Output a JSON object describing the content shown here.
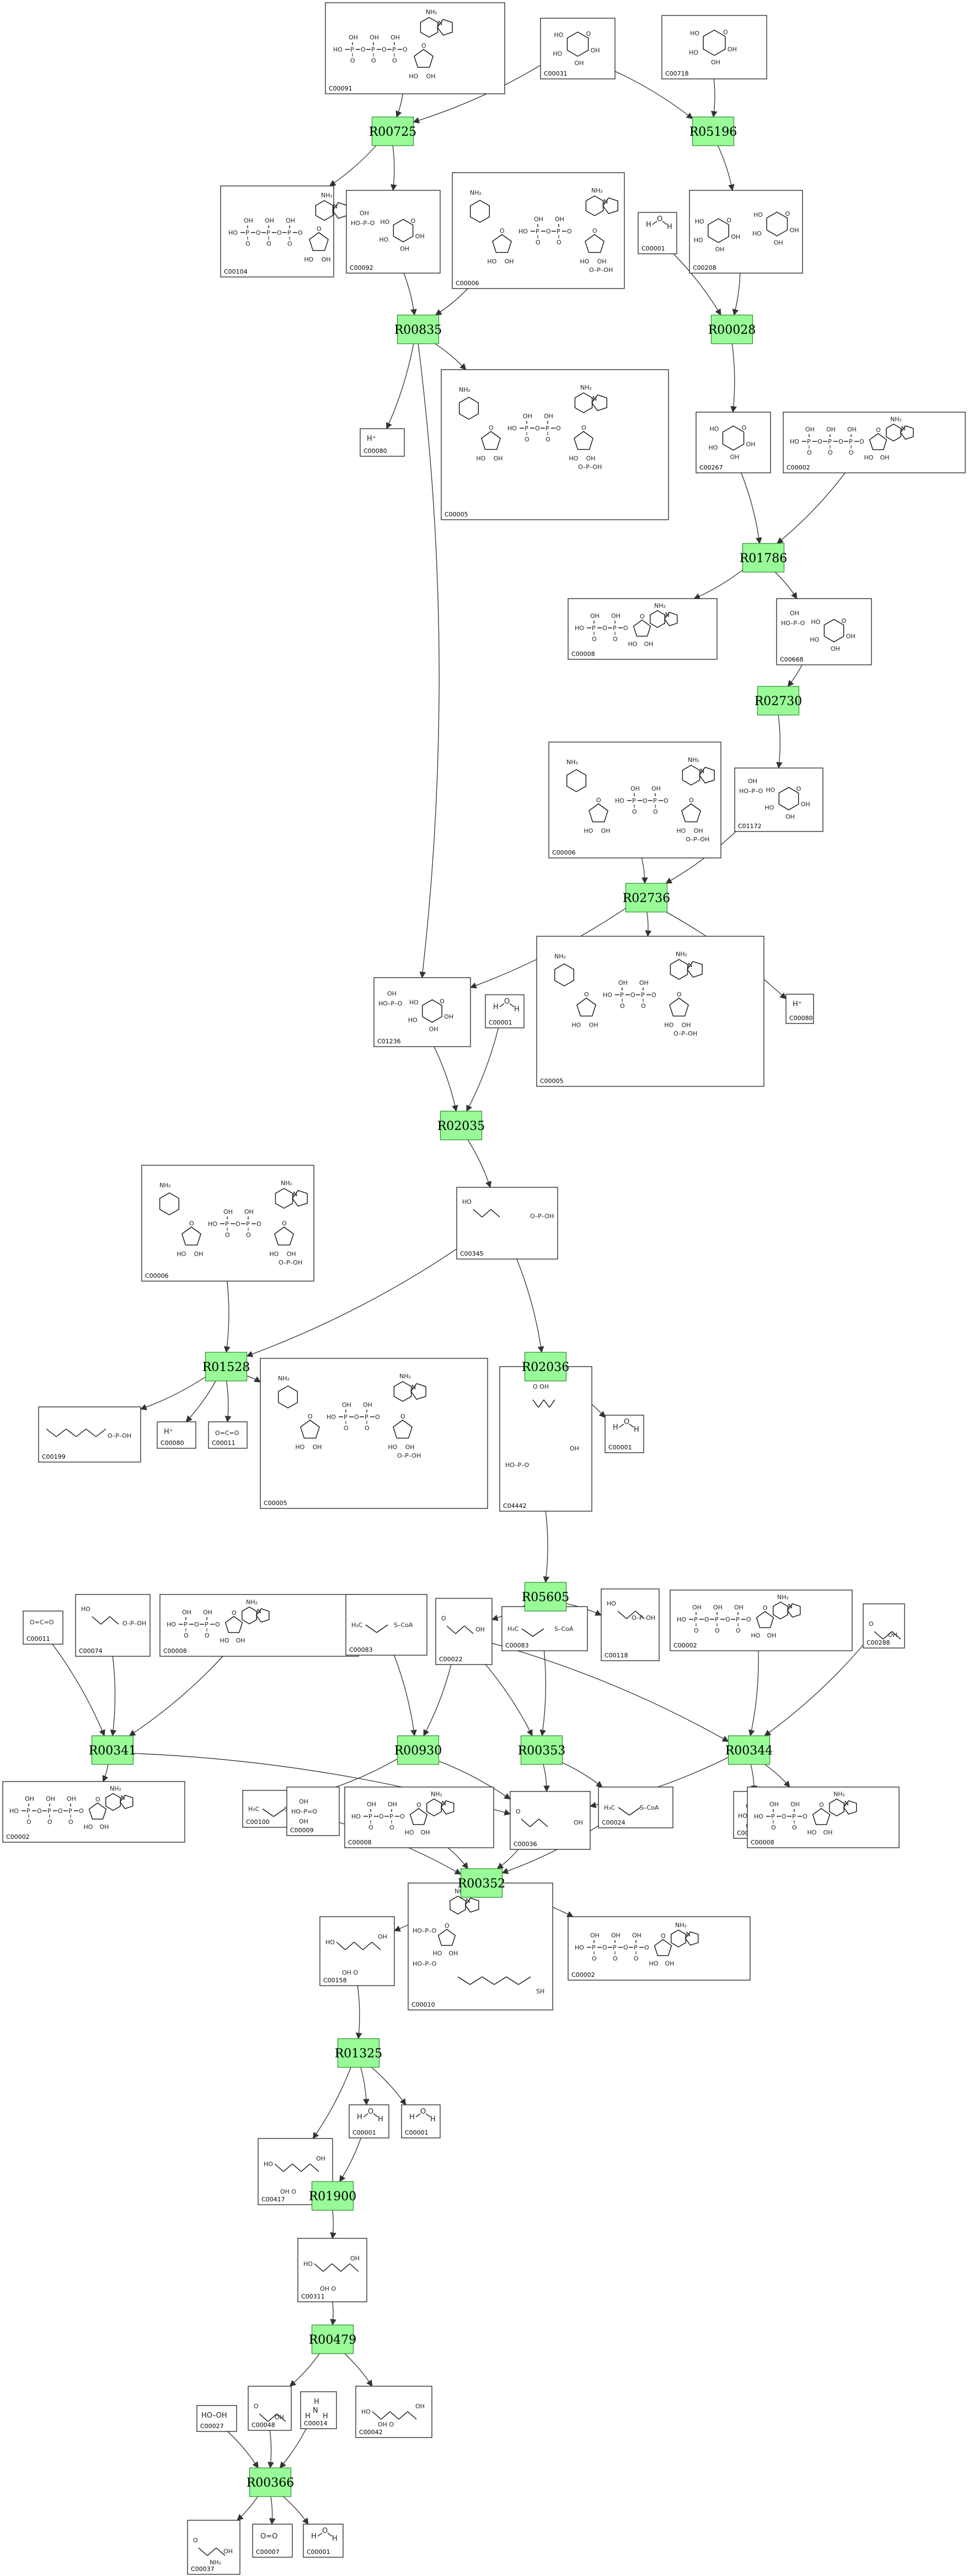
{
  "colors": {
    "reaction_fill": "#98FB98",
    "reaction_stroke": "#2e8b2e",
    "compound_stroke": "#222222",
    "edge": "#333333",
    "background": "#ffffff"
  },
  "reactions": [
    {
      "id": "R00725"
    },
    {
      "id": "R05196"
    },
    {
      "id": "R00835"
    },
    {
      "id": "R00028"
    },
    {
      "id": "R01786"
    },
    {
      "id": "R02730"
    },
    {
      "id": "R02736"
    },
    {
      "id": "R02035"
    },
    {
      "id": "R01528"
    },
    {
      "id": "R02036"
    },
    {
      "id": "R05605"
    },
    {
      "id": "R00341"
    },
    {
      "id": "R00930"
    },
    {
      "id": "R00353"
    },
    {
      "id": "R00344"
    },
    {
      "id": "R00352"
    },
    {
      "id": "R01325"
    },
    {
      "id": "R01900"
    },
    {
      "id": "R00479"
    },
    {
      "id": "R00366"
    }
  ],
  "compounds": [
    {
      "key": "c1",
      "id": "C00091",
      "mol": "nucleotide"
    },
    {
      "key": "c2",
      "id": "C00031",
      "mol": "sugar"
    },
    {
      "key": "c3",
      "id": "C00718",
      "mol": "polysaccharide"
    },
    {
      "key": "c4",
      "id": "C00104",
      "mol": "nucleotide"
    },
    {
      "key": "c5",
      "id": "C00092",
      "mol": "sugarphosphate"
    },
    {
      "key": "c6",
      "id": "C00006",
      "mol": "nadp"
    },
    {
      "key": "c7",
      "id": "C00001",
      "mol": "water"
    },
    {
      "key": "c8",
      "id": "C00208",
      "mol": "disaccharide"
    },
    {
      "key": "c9",
      "id": "C00080",
      "mol": "proton"
    },
    {
      "key": "c10",
      "id": "C00005",
      "mol": "nadph"
    },
    {
      "key": "c11",
      "id": "C00267",
      "mol": "sugar"
    },
    {
      "key": "c12",
      "id": "C00002",
      "mol": "atp"
    },
    {
      "key": "c13",
      "id": "C00008",
      "mol": "adp"
    },
    {
      "key": "c14",
      "id": "C00668",
      "mol": "sugarphosphate"
    },
    {
      "key": "c15",
      "id": "C00006",
      "mol": "nadp"
    },
    {
      "key": "c16",
      "id": "C01172",
      "mol": "sugarphosphate"
    },
    {
      "key": "c17",
      "id": "C01236",
      "mol": "sugarphosphate"
    },
    {
      "key": "c18",
      "id": "C00001",
      "mol": "water"
    },
    {
      "key": "c19",
      "id": "C00005",
      "mol": "nadph"
    },
    {
      "key": "c20",
      "id": "C00080",
      "mol": "proton"
    },
    {
      "key": "c21",
      "id": "C00006",
      "mol": "nadp"
    },
    {
      "key": "c22",
      "id": "C00345",
      "mol": "acidphosphate"
    },
    {
      "key": "c23",
      "id": "C00199",
      "mol": "chainphosphate"
    },
    {
      "key": "c24",
      "id": "C00080",
      "mol": "proton"
    },
    {
      "key": "c25",
      "id": "C00011",
      "mol": "co2"
    },
    {
      "key": "c26",
      "id": "C00005",
      "mol": "nadph"
    },
    {
      "key": "c27",
      "id": "C04442",
      "mol": "chainacid"
    },
    {
      "key": "c28",
      "id": "C00001",
      "mol": "water"
    },
    {
      "key": "c29",
      "id": "C00011",
      "mol": "co2"
    },
    {
      "key": "c30",
      "id": "C00074",
      "mol": "acidphosphate"
    },
    {
      "key": "c31",
      "id": "C00008",
      "mol": "adp"
    },
    {
      "key": "c32",
      "id": "C00083",
      "mol": "coa"
    },
    {
      "key": "c33",
      "id": "C00022",
      "mol": "smallacid"
    },
    {
      "key": "c34",
      "id": "C00083",
      "mol": "coa"
    },
    {
      "key": "c35",
      "id": "C00118",
      "mol": "acidphosphate"
    },
    {
      "key": "c36",
      "id": "C00002",
      "mol": "atp"
    },
    {
      "key": "c37",
      "id": "C00288",
      "mol": "smallacid"
    },
    {
      "key": "c38",
      "id": "C00002",
      "mol": "atp"
    },
    {
      "key": "c39",
      "id": "C00100",
      "mol": "coa"
    },
    {
      "key": "c40",
      "id": "C00009",
      "mol": "phosphate"
    },
    {
      "key": "c41",
      "id": "C00008",
      "mol": "adp"
    },
    {
      "key": "c42",
      "id": "C00036",
      "mol": "smallacid"
    },
    {
      "key": "c43",
      "id": "C00024",
      "mol": "coa"
    },
    {
      "key": "c44",
      "id": "C00009",
      "mol": "phosphate"
    },
    {
      "key": "c45",
      "id": "C00008",
      "mol": "adp"
    },
    {
      "key": "c46",
      "id": "C00158",
      "mol": "tricarboxylic"
    },
    {
      "key": "c47",
      "id": "C00010",
      "mol": "coenzymea"
    },
    {
      "key": "c48",
      "id": "C00002",
      "mol": "atp"
    },
    {
      "key": "c49",
      "id": "C00417",
      "mol": "tricarboxylic"
    },
    {
      "key": "c50",
      "id": "C00001",
      "mol": "water"
    },
    {
      "key": "c51",
      "id": "C00001",
      "mol": "water"
    },
    {
      "key": "c52",
      "id": "C00311",
      "mol": "tricarboxylic"
    },
    {
      "key": "c53",
      "id": "C00027",
      "mol": "peroxide"
    },
    {
      "key": "c54",
      "id": "C00048",
      "mol": "smallacid"
    },
    {
      "key": "c55",
      "id": "C00014",
      "mol": "ammonia"
    },
    {
      "key": "c56",
      "id": "C00042",
      "mol": "diacid"
    },
    {
      "key": "c57",
      "id": "C00037",
      "mol": "aminoacid"
    },
    {
      "key": "c58",
      "id": "C00007",
      "mol": "oxygen"
    },
    {
      "key": "c59",
      "id": "C00001",
      "mol": "water"
    }
  ],
  "edges": [
    [
      "c1",
      "R00725"
    ],
    [
      "c2",
      "R00725"
    ],
    [
      "c2",
      "R05196"
    ],
    [
      "c3",
      "R05196"
    ],
    [
      "R00725",
      "c4"
    ],
    [
      "R00725",
      "c5"
    ],
    [
      "R05196",
      "c8"
    ],
    [
      "c5",
      "R00835"
    ],
    [
      "c6",
      "R00835"
    ],
    [
      "R00835",
      "c9"
    ],
    [
      "R00835",
      "c10"
    ],
    [
      "R00835",
      "c17"
    ],
    [
      "c7",
      "R00028"
    ],
    [
      "c8",
      "R00028"
    ],
    [
      "R00028",
      "c11"
    ],
    [
      "c11",
      "R01786"
    ],
    [
      "c12",
      "R01786"
    ],
    [
      "R01786",
      "c13"
    ],
    [
      "R01786",
      "c14"
    ],
    [
      "c14",
      "R02730"
    ],
    [
      "R02730",
      "c16"
    ],
    [
      "c15",
      "R02736"
    ],
    [
      "c16",
      "R02736"
    ],
    [
      "R02736",
      "c17"
    ],
    [
      "R02736",
      "c19"
    ],
    [
      "R02736",
      "c20"
    ],
    [
      "c17",
      "R02035"
    ],
    [
      "c18",
      "R02035"
    ],
    [
      "R02035",
      "c22"
    ],
    [
      "c21",
      "R01528"
    ],
    [
      "c22",
      "R01528"
    ],
    [
      "R01528",
      "c23"
    ],
    [
      "R01528",
      "c24"
    ],
    [
      "R01528",
      "c25"
    ],
    [
      "R01528",
      "c26"
    ],
    [
      "c22",
      "R02036"
    ],
    [
      "R02036",
      "c27"
    ],
    [
      "R02036",
      "c28"
    ],
    [
      "c27",
      "R05605"
    ],
    [
      "R05605",
      "c33"
    ],
    [
      "R05605",
      "c35"
    ],
    [
      "c29",
      "R00341"
    ],
    [
      "c30",
      "R00341"
    ],
    [
      "c31",
      "R00341"
    ],
    [
      "R00341",
      "c38"
    ],
    [
      "R00341",
      "c42"
    ],
    [
      "c32",
      "R00930"
    ],
    [
      "c33",
      "R00930"
    ],
    [
      "R00930",
      "c39"
    ],
    [
      "R00930",
      "c42"
    ],
    [
      "c33",
      "R00353"
    ],
    [
      "c34",
      "R00353"
    ],
    [
      "R00353",
      "c42"
    ],
    [
      "R00353",
      "c43"
    ],
    [
      "c36",
      "R00344"
    ],
    [
      "c37",
      "R00344"
    ],
    [
      "c33",
      "R00344"
    ],
    [
      "R00344",
      "c44"
    ],
    [
      "R00344",
      "c45"
    ],
    [
      "R00344",
      "c42"
    ],
    [
      "c40",
      "R00352"
    ],
    [
      "c41",
      "R00352"
    ],
    [
      "c42",
      "R00352"
    ],
    [
      "c43",
      "R00352"
    ],
    [
      "R00352",
      "c46"
    ],
    [
      "R00352",
      "c47"
    ],
    [
      "R00352",
      "c48"
    ],
    [
      "c46",
      "R01325"
    ],
    [
      "R01325",
      "c49"
    ],
    [
      "R01325",
      "c50"
    ],
    [
      "R01325",
      "c51"
    ],
    [
      "c49",
      "R01900"
    ],
    [
      "c50",
      "R01900"
    ],
    [
      "R01900",
      "c52"
    ],
    [
      "c52",
      "R00479"
    ],
    [
      "R00479",
      "c54"
    ],
    [
      "R00479",
      "c56"
    ],
    [
      "c53",
      "R00366"
    ],
    [
      "c54",
      "R00366"
    ],
    [
      "c55",
      "R00366"
    ],
    [
      "R00366",
      "c57"
    ],
    [
      "R00366",
      "c58"
    ],
    [
      "R00366",
      "c59"
    ]
  ]
}
